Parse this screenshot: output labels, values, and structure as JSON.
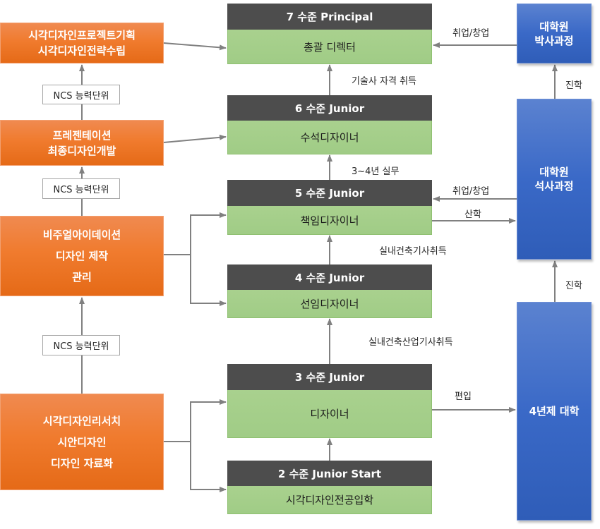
{
  "ncs_tasks": [
    {
      "lines": [
        "시각디자인프로젝트기획",
        "시각디자인전략수립"
      ]
    },
    {
      "lines": [
        "프레젠테이션",
        "최종디자인개발"
      ]
    },
    {
      "lines": [
        "비주얼아이데이션",
        "디자인 제작",
        "관리"
      ]
    },
    {
      "lines": [
        "시각디자인리서치",
        "시안디자인",
        "디자인 자료화"
      ]
    }
  ],
  "ncs_unit_label": "NCS 능력단위",
  "levels": [
    {
      "header": "7 수준 Principal",
      "role": "총괄 디렉터"
    },
    {
      "header": "6 수준 Junior",
      "role": "수석디자이너"
    },
    {
      "header": "5 수준 Junior",
      "role": "책임디자이너"
    },
    {
      "header": "4 수준 Junior",
      "role": "선임디자이너"
    },
    {
      "header": "3 수준 Junior",
      "role": "디자이너"
    },
    {
      "header": "2 수준 Junior Start",
      "role": "시각디자인전공입학"
    }
  ],
  "level_transitions": [
    "기술사 자격 취득",
    "3~4년 실무",
    "실내건축기사취득",
    "실내건축산업기사취득"
  ],
  "education": [
    {
      "lines": [
        "대학원",
        "박사과정"
      ]
    },
    {
      "lines": [
        "대학원",
        "석사과정"
      ]
    },
    {
      "lines": [
        "4년제 대학"
      ]
    }
  ],
  "edge_labels": {
    "phd_to_l7": "취업/창업",
    "master_to_l5": "취업/창업",
    "l5_to_master": "산학",
    "l3_to_univ": "편입",
    "master_to_phd": "진학",
    "univ_to_master": "진학"
  },
  "colors": {
    "orange": "#f07b2e",
    "level_header": "#4d4d4d",
    "level_body": "#a9d18e",
    "blue": "#3a69c7",
    "arrow": "#808080"
  }
}
